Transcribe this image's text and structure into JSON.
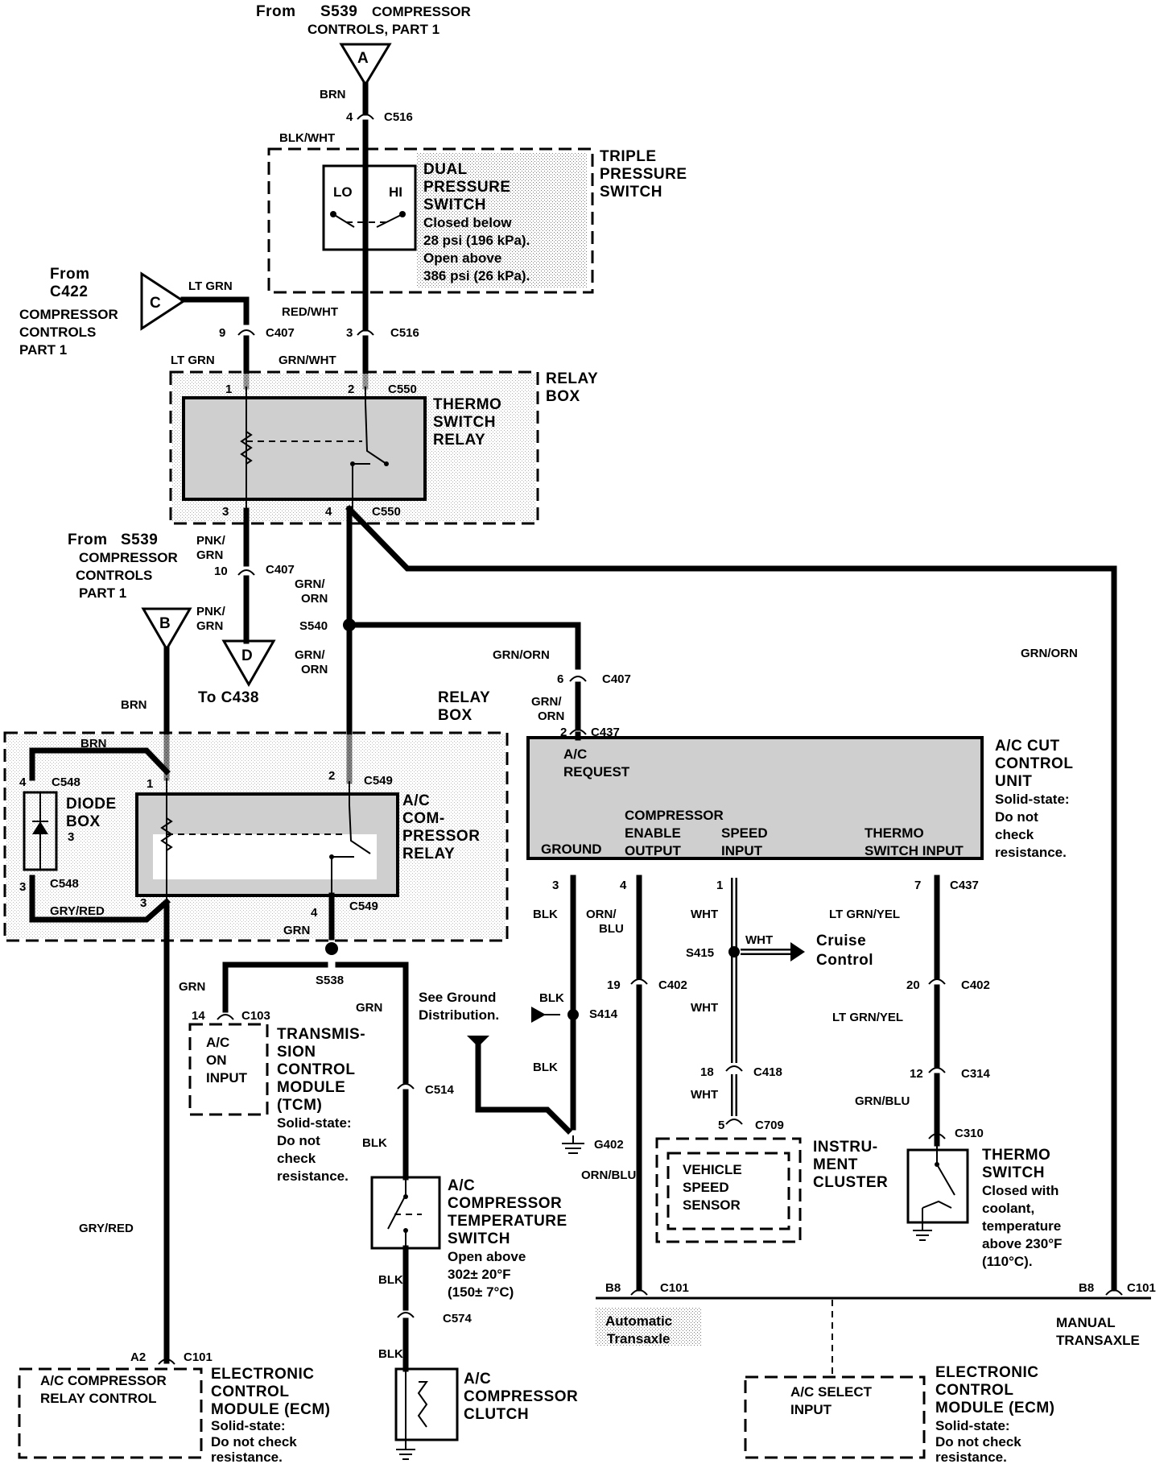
{
  "top_source": {
    "from": "From",
    "splice": "S539",
    "line1": "COMPRESSOR",
    "line2": "CONTROLS, PART 1",
    "connector": "A"
  },
  "wires": {
    "brn_top": "BRN",
    "blk_wht": "BLK/WHT",
    "red_wht": "RED/WHT",
    "grn_wht": "GRN/WHT",
    "lt_grn_in": "LT GRN",
    "lt_grn_out": "LT GRN",
    "pnk_grn_1": "PNK/",
    "pnk_grn_1b": "GRN",
    "pnk_grn_2": "PNK/",
    "pnk_grn_2b": "GRN",
    "grn_orn_1": "GRN/",
    "grn_orn_1b": "ORN",
    "grn_orn_2": "GRN/",
    "grn_orn_2b": "ORN",
    "grn_orn_h": "GRN/ORN",
    "grn_orn_3": "GRN/",
    "grn_orn_3b": "ORN",
    "grn_orn_right": "GRN/ORN",
    "brn_b": "BRN",
    "brn_diode": "BRN",
    "gry_red_1": "GRY/RED",
    "gry_red_2": "GRY/RED",
    "grn_1": "GRN",
    "grn_2": "GRN",
    "grn_3": "GRN",
    "blk_1": "BLK",
    "blk_2": "BLK",
    "blk_3": "BLK",
    "blk_4": "BLK",
    "blk_5": "BLK",
    "blk_6": "BLK",
    "orn_blu_1": "ORN/",
    "orn_blu_1b": "BLU",
    "orn_blu_2": "ORN/BLU",
    "wht_1": "WHT",
    "wht_2": "WHT",
    "wht_3": "WHT",
    "wht_4": "WHT",
    "ltgrn_yel_1": "LT GRN/YEL",
    "ltgrn_yel_2": "LT GRN/YEL",
    "grn_blu": "GRN/BLU"
  },
  "connectors": {
    "c516_a": "C516",
    "c516_b": "C516",
    "c407_a": "C407",
    "c407_b": "C407",
    "c407_c": "C407",
    "c550_a": "C550",
    "c550_b": "C550",
    "c548_a": "C548",
    "c548_b": "C548",
    "c549_a": "C549",
    "c549_b": "C549",
    "c437_a": "C437",
    "c437_b": "C437",
    "c103": "C103",
    "c514": "C514",
    "c574": "C574",
    "c101_a": "C101",
    "c101_b": "C101",
    "c101_c": "C101",
    "c402_a": "C402",
    "c402_b": "C402",
    "c418": "C418",
    "c709": "C709",
    "c314": "C314",
    "c310": "C310",
    "s540": "S540",
    "s538": "S538",
    "s415": "S415",
    "s414": "S414",
    "g402": "G402"
  },
  "pins": {
    "p4_c516": "4",
    "p3_c516": "3",
    "p9_c407": "9",
    "p1_c550": "1",
    "p2_c550": "2",
    "p3_c550": "3",
    "p4_c550": "4",
    "p10_c407": "10",
    "p6_c407": "6",
    "p2_c437": "2",
    "p4_c548": "4",
    "p3_c548a": "3",
    "p3_c548b": "3",
    "p1_c549": "1",
    "p2_c549": "2",
    "p3_c549": "3",
    "p4_c549": "4",
    "p14_c103": "14",
    "p3_cut": "3",
    "p4_cut": "4",
    "p1_cut": "1",
    "p7_cut": "7",
    "p19_c402": "19",
    "p20_c402": "20",
    "p18_c418": "18",
    "p12_c314": "12",
    "p5_c709": "5",
    "pB8_a": "B8",
    "pB8_b": "B8",
    "pA2": "A2"
  },
  "triple_switch": {
    "title1": "TRIPLE",
    "title2": "PRESSURE",
    "title3": "SWITCH",
    "lo": "LO",
    "hi": "HI",
    "d1": "DUAL",
    "d2": "PRESSURE",
    "d3": "SWITCH",
    "d4": "Closed below",
    "d5": "28 psi (196 kPa).",
    "d6": "Open above",
    "d7": "386 psi (26 kPa)."
  },
  "c422_source": {
    "from": "From",
    "conn": "C422",
    "l1": "COMPRESSOR",
    "l2": "CONTROLS",
    "l3": "PART 1",
    "connector": "C"
  },
  "relay_box_1": {
    "title1": "RELAY",
    "title2": "BOX",
    "r1": "THERMO",
    "r2": "SWITCH",
    "r3": "RELAY"
  },
  "s539_b": {
    "from": "From",
    "splice": "S539",
    "l1": "COMPRESSOR",
    "l2": "CONTROLS",
    "l3": "PART 1",
    "connector": "B"
  },
  "to_c438": {
    "connector": "D",
    "label": "To C438"
  },
  "relay_box_2": {
    "title1": "RELAY",
    "title2": "BOX",
    "d1": "DIODE",
    "d2": "BOX",
    "r1": "A/C",
    "r2": "COM-",
    "r3": "PRESSOR",
    "r4": "RELAY"
  },
  "cut_unit": {
    "t1": "A/C CUT",
    "t2": "CONTROL",
    "t3": "UNIT",
    "t4": "Solid-state:",
    "t5": "Do not",
    "t6": "check",
    "t7": "resistance.",
    "req1": "A/C",
    "req2": "REQUEST",
    "ground": "GROUND",
    "ceo1": "COMPRESSOR",
    "ceo2": "ENABLE",
    "ceo3": "OUTPUT",
    "spd1": "SPEED",
    "spd2": "INPUT",
    "ths1": "THERMO",
    "ths2": "SWITCH INPUT"
  },
  "cruise": {
    "l1": "Cruise",
    "l2": "Control"
  },
  "ground_dist": {
    "l1": "See Ground",
    "l2": "Distribution."
  },
  "tcm": {
    "in1": "A/C",
    "in2": "ON",
    "in3": "INPUT",
    "t1": "TRANSMIS-",
    "t2": "SION",
    "t3": "CONTROL",
    "t4": "MODULE",
    "t5": "(TCM)",
    "t6": "Solid-state:",
    "t7": "Do not",
    "t8": "check",
    "t9": "resistance."
  },
  "comp_temp": {
    "t1": "A/C",
    "t2": "COMPRESSOR",
    "t3": "TEMPERATURE",
    "t4": "SWITCH",
    "t5": "Open above",
    "t6": "302± 20°F",
    "t7": "(150± 7°C)"
  },
  "cluster": {
    "v1": "VEHICLE",
    "v2": "SPEED",
    "v3": "SENSOR",
    "t1": "INSTRU-",
    "t2": "MENT",
    "t3": "CLUSTER"
  },
  "thermo_switch": {
    "t1": "THERMO",
    "t2": "SWITCH",
    "t3": "Closed with",
    "t4": "coolant,",
    "t5": "temperature",
    "t6": "above 230°F",
    "t7": "(110°C)."
  },
  "transaxle": {
    "auto1": "Automatic",
    "auto2": "Transaxle",
    "man1": "MANUAL",
    "man2": "TRANSAXLE"
  },
  "ecm_left": {
    "in1": "A/C COMPRESSOR",
    "in2": "RELAY CONTROL",
    "t1": "ELECTRONIC",
    "t2": "CONTROL",
    "t3": "MODULE (ECM)",
    "t4": "Solid-state:",
    "t5": "Do not check",
    "t6": "resistance."
  },
  "clutch": {
    "t1": "A/C",
    "t2": "COMPRESSOR",
    "t3": "CLUTCH"
  },
  "ecm_right": {
    "in1": "A/C SELECT",
    "in2": "INPUT",
    "t1": "ELECTRONIC",
    "t2": "CONTROL",
    "t3": "MODULE (ECM)",
    "t4": "Solid-state:",
    "t5": "Do not check",
    "t6": "resistance."
  }
}
